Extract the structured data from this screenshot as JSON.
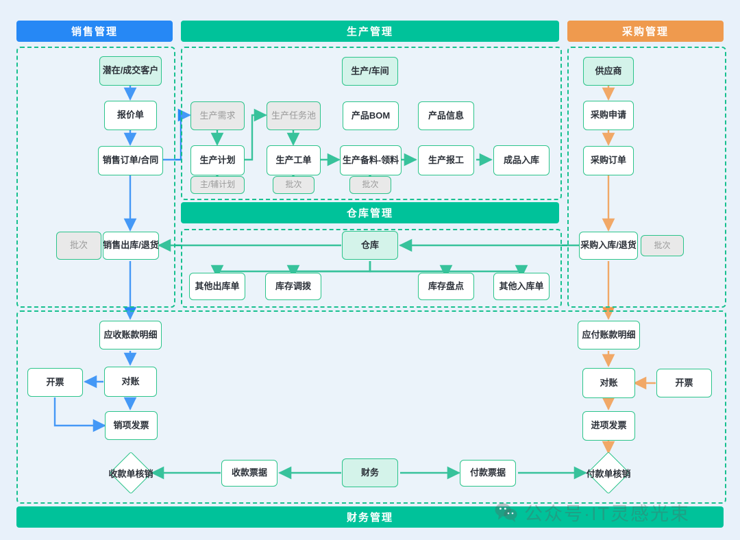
{
  "headers": {
    "sales": "销售管理",
    "production": "生产管理",
    "purchase": "采购管理",
    "warehouse": "仓库管理",
    "finance": "财务管理"
  },
  "sales_nodes": {
    "customer": "潜在/成交客户",
    "quotation": "报价单",
    "order": "销售订单/合同",
    "batch": "批次",
    "outbound": "销售出库/退货"
  },
  "production_nodes": {
    "workshop": "生产/车间",
    "demand": "生产需求",
    "task_pool": "生产任务池",
    "bom": "产品BOM",
    "product_info": "产品信息",
    "plan": "生产计划",
    "work_order": "生产工单",
    "material": "生产备料-领料",
    "report": "生产报工",
    "finished_in": "成品入库",
    "plan_tag": "主/辅计划",
    "work_order_tag": "批次",
    "material_tag": "批次"
  },
  "purchase_nodes": {
    "supplier": "供应商",
    "request": "采购申请",
    "order": "采购订单",
    "inbound": "采购入库/退货",
    "batch": "批次"
  },
  "warehouse_nodes": {
    "warehouse": "仓库",
    "other_out": "其他出库单",
    "transfer": "库存调拨",
    "stocktake": "库存盘点",
    "other_in": "其他入库单"
  },
  "finance_nodes": {
    "receivable_detail": "应收账款明细",
    "recon_left": "对账",
    "invoice_left": "开票",
    "sales_invoice": "销项发票",
    "receipt_writeoff": "收款单核销",
    "receipt_voucher": "收款票据",
    "finance": "财务",
    "payment_voucher": "付款票据",
    "payment_writeoff": "付款单核销",
    "payable_detail": "应付账款明细",
    "recon_right": "对账",
    "invoice_right": "开票",
    "purchase_invoice": "进项发票"
  },
  "watermark": {
    "icon": "wechat-icon",
    "text": "公众号·IT灵感光束"
  },
  "colors": {
    "blue": "#2688F5",
    "green": "#00C29A",
    "orange": "#EF9A4E",
    "line_green": "#17B98B",
    "background": "#E8F1FA",
    "node_border": "#2BC48A",
    "muted_fill": "#E9E9E9",
    "light_fill": "#D4F3EA"
  }
}
